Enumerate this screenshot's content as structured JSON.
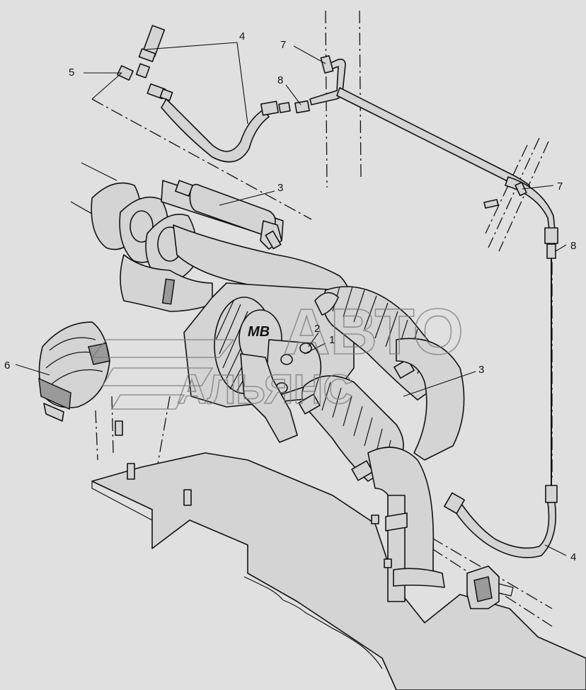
{
  "callouts": {
    "c1": "1",
    "c2": "2",
    "c3a": "3",
    "c3b": "3",
    "c4a": "4",
    "c4b": "4",
    "c5": "5",
    "c6": "6",
    "c7a": "7",
    "c7b": "7",
    "c8a": "8",
    "c8b": "8"
  },
  "logo_text": "MB",
  "watermark": {
    "line1": "АВТО",
    "line2": "АЛЬЯНС"
  },
  "colors": {
    "background": "#e0e0e0",
    "line": "#111111",
    "fill": "#d4d4d4"
  }
}
